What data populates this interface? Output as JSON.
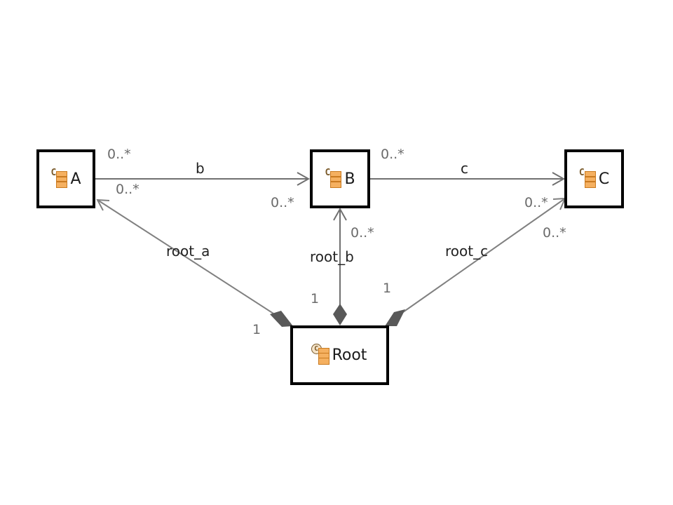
{
  "diagram": {
    "type": "class-diagram",
    "colors": {
      "line": "#707070",
      "composition_diamond": "#595959",
      "node_border": "#000000",
      "class_icon_fill": "#f5b060",
      "class_icon_border": "#c97a20"
    },
    "nodes": [
      {
        "id": "A",
        "label": "A",
        "icon": "class-icon",
        "badge": "C"
      },
      {
        "id": "B",
        "label": "B",
        "icon": "class-icon",
        "badge": "C"
      },
      {
        "id": "C",
        "label": "C",
        "icon": "class-icon",
        "badge": "C"
      },
      {
        "id": "Root",
        "label": "Root",
        "icon": "class-icon-circled",
        "badge": "C"
      }
    ],
    "edges": [
      {
        "id": "b",
        "from": "A",
        "to": "B",
        "label": "b",
        "kind": "association",
        "source_mult": "0..*",
        "target_mult": "0..*"
      },
      {
        "id": "c",
        "from": "B",
        "to": "C",
        "label": "c",
        "kind": "association",
        "source_mult": "0..*",
        "target_mult": "0..*"
      },
      {
        "id": "root_a",
        "from": "Root",
        "to": "A",
        "label": "root_a",
        "kind": "composition",
        "source_mult": "1",
        "target_mult": "0..*"
      },
      {
        "id": "root_b",
        "from": "Root",
        "to": "B",
        "label": "root_b",
        "kind": "composition",
        "source_mult": "1",
        "target_mult": "0..*"
      },
      {
        "id": "root_c",
        "from": "Root",
        "to": "C",
        "label": "root_c",
        "kind": "composition",
        "source_mult": "1",
        "target_mult": "0..*"
      }
    ]
  }
}
